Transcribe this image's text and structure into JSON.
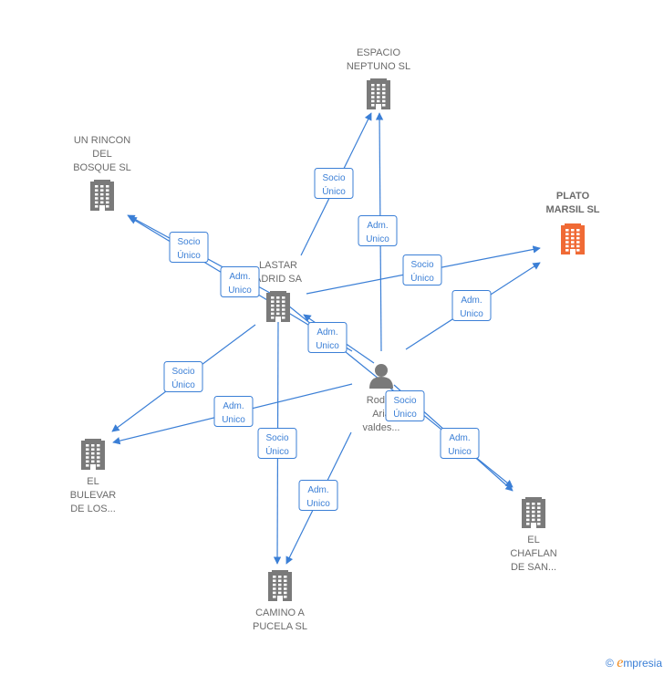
{
  "colors": {
    "edge": "#3b7fd6",
    "building": "#7a7a7a",
    "building_highlight": "#f06a35",
    "person": "#7a7a7a"
  },
  "nodes": [
    {
      "id": "espacio",
      "type": "company",
      "lines": [
        "ESPACIO",
        "NEPTUNO  SL"
      ],
      "icon": "building-icon"
    },
    {
      "id": "rincon",
      "type": "company",
      "lines": [
        "UN RINCON",
        "DEL",
        "BOSQUE  SL"
      ],
      "icon": "building-icon"
    },
    {
      "id": "plato",
      "type": "company",
      "highlight": true,
      "lines": [
        "PLATO",
        "MARSIL  SL"
      ],
      "icon": "building-icon"
    },
    {
      "id": "lastar",
      "type": "company",
      "lines": [
        "LASTAR",
        "ADRID SA"
      ],
      "icon": "building-icon"
    },
    {
      "id": "rodrigo",
      "type": "person",
      "lines": [
        "Rodrig",
        "Aria",
        "valdes..."
      ],
      "icon": "person-icon"
    },
    {
      "id": "bulevar",
      "type": "company",
      "lines": [
        "EL",
        "BULEVAR",
        "DE LOS..."
      ],
      "icon": "building-icon"
    },
    {
      "id": "chaflan",
      "type": "company",
      "lines": [
        "EL",
        "CHAFLAN",
        "DE SAN..."
      ],
      "icon": "building-icon"
    },
    {
      "id": "camino",
      "type": "company",
      "lines": [
        "CAMINO A",
        "PUCELA  SL"
      ],
      "icon": "building-icon"
    }
  ],
  "edges": [
    {
      "from": "lastar",
      "to": "espacio",
      "lines": [
        "Socio",
        "Único"
      ]
    },
    {
      "from": "rodrigo",
      "to": "espacio",
      "lines": [
        "Adm.",
        "Unico"
      ]
    },
    {
      "from": "lastar",
      "to": "rincon",
      "lines": [
        "Socio",
        "Único"
      ]
    },
    {
      "from": "rodrigo",
      "to": "rincon",
      "lines": [
        "Adm.",
        "Unico"
      ]
    },
    {
      "from": "lastar",
      "to": "plato",
      "lines": [
        "Socio",
        "Único"
      ]
    },
    {
      "from": "rodrigo",
      "to": "plato",
      "lines": [
        "Adm.",
        "Unico"
      ]
    },
    {
      "from": "rodrigo",
      "to": "lastar",
      "lines": [
        "Adm.",
        "Unico"
      ]
    },
    {
      "from": "lastar",
      "to": "bulevar",
      "lines": [
        "Socio",
        "Único"
      ]
    },
    {
      "from": "rodrigo",
      "to": "bulevar",
      "lines": [
        "Adm.",
        "Unico"
      ]
    },
    {
      "from": "lastar",
      "to": "camino",
      "lines": [
        "Socio",
        "Único"
      ]
    },
    {
      "from": "rodrigo",
      "to": "camino",
      "lines": [
        "Adm.",
        "Unico"
      ]
    },
    {
      "from": "lastar",
      "to": "chaflan",
      "lines": [
        "Socio",
        "Único"
      ]
    },
    {
      "from": "rodrigo",
      "to": "chaflan",
      "lines": [
        "Adm.",
        "Unico"
      ]
    }
  ],
  "footer": {
    "copyright": "©",
    "brand_initial": "e",
    "brand_rest": "mpresia"
  }
}
